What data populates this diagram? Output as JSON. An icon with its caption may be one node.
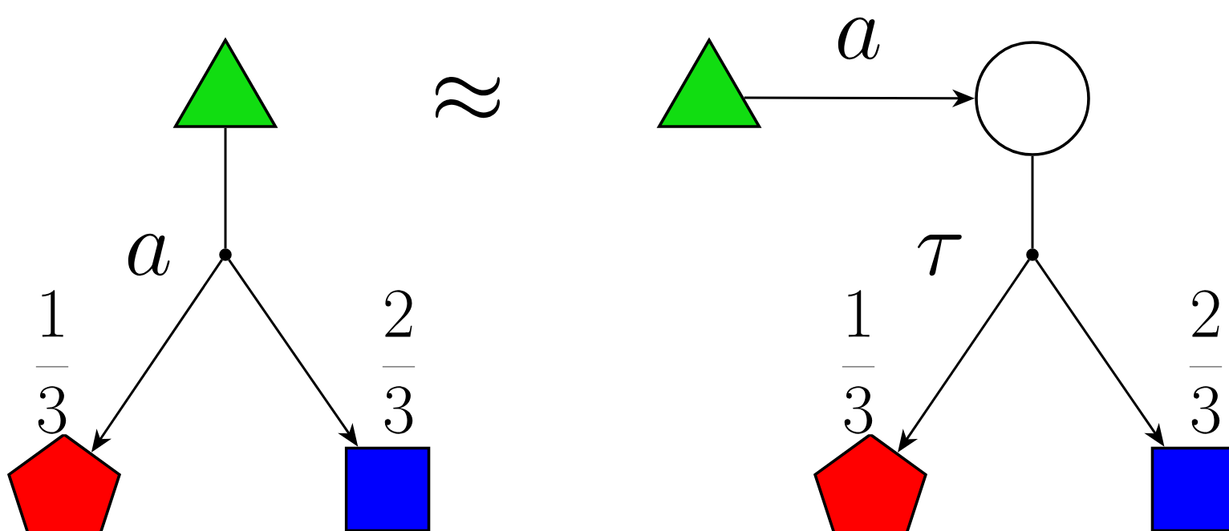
{
  "diagram": {
    "nodes": [
      {
        "text": [],
        "shape": "triangle"
      },
      {
        "text": [],
        "shape": "circle"
      },
      {
        "text": [],
        "shape": "pentagon"
      },
      {
        "text": [],
        "shape": "box"
      },
      {
        "text": [],
        "shape": "triangle"
      },
      {
        "text": [],
        "shape": "circle"
      },
      {
        "text": [],
        "shape": "circle"
      },
      {
        "text": [],
        "shape": "pentagon"
      },
      {
        "text": [],
        "shape": "box"
      }
    ],
    "edges": [
      {
        "from": 0,
        "to": 1,
        "arrow": "none",
        "label": "a"
      },
      {
        "from": 1,
        "to": 2,
        "arrow": "to",
        "label": "\\frac{1}{3}"
      },
      {
        "from": 1,
        "to": 3,
        "arrow": "to",
        "label": "\\frac{2}{3}"
      },
      {
        "from": 4,
        "to": 5,
        "arrow": "to",
        "label": "a"
      },
      {
        "from": 5,
        "to": 6,
        "arrow": "none",
        "label": "\\tau"
      },
      {
        "from": 6,
        "to": 7,
        "arrow": "to",
        "label": "\\frac{1}{3}"
      },
      {
        "from": 6,
        "to": 8,
        "arrow": "to",
        "label": "\\frac{2}{3}"
      }
    ],
    "labels": [
      "\\approx"
    ]
  }
}
